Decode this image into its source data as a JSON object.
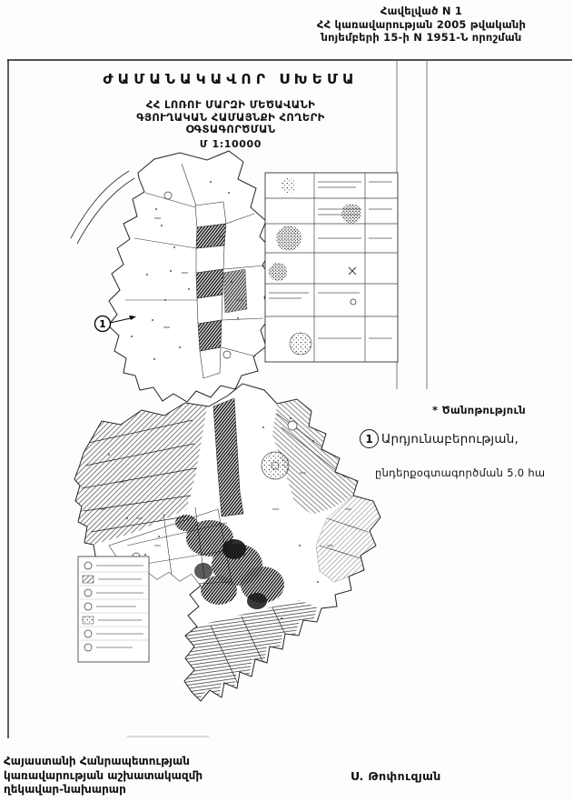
{
  "header": {
    "line1": "Հավելված  N 1",
    "line2": "ՀՀ կառավարության 2005 թվականի",
    "line3": "նոյեմբերի 15-ի N 1951-Ն որոշման"
  },
  "title": "ԺԱՄԱՆԱԿԱՎՈՐ ՍԽԵՄԱ",
  "subtitle": {
    "line1": "ՀՀ ԼՈՌՈՒ ՄԱՐԶԻ ՄԵԾԱՎԱՆԻ",
    "line2": "ԳՅՈՒՂԱԿԱՆ ՀԱՄԱՅՆՔԻ ՀՈՂԵՐԻ",
    "line3": "ՕԳՏԱԳՈՐԾՄԱՆ",
    "scale": "Մ 1:10000"
  },
  "map": {
    "marker1": "1"
  },
  "notes": {
    "asterisk_note": "* Ծանոթություն",
    "note1_marker": "1",
    "note1_line1": "Արդյունաբերության,",
    "note1_line2": "ընդերքօգտագործման  5.0 հա"
  },
  "footer": {
    "left_line1": "Հայաստանի Հանրապետության",
    "left_line2": "կառավարության աշխատակազմի",
    "left_line3": "ղեկավար-նախարար",
    "signature": "Ս. Թոփուզյան"
  }
}
